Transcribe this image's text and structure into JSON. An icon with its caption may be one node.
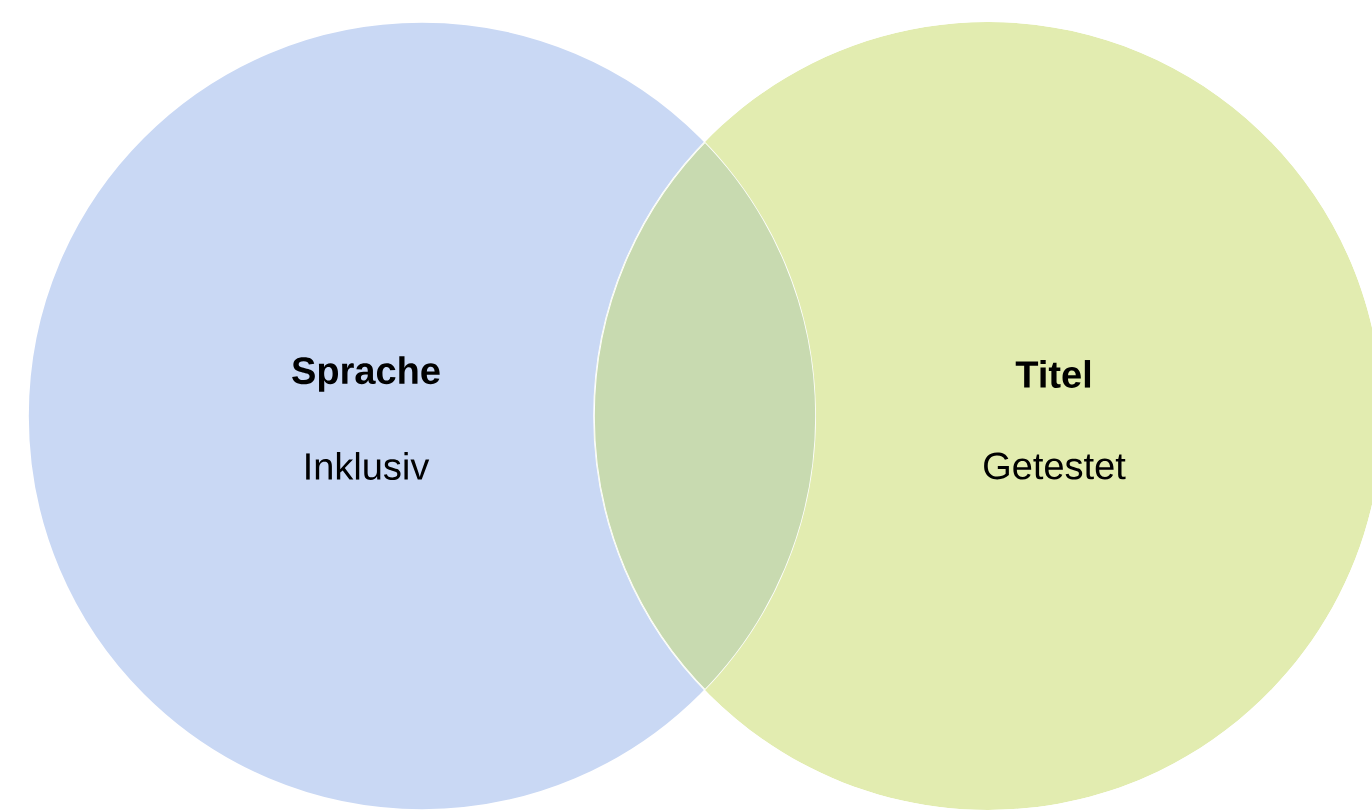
{
  "diagram": {
    "nodes": [
      {
        "text": [
          "Sprache",
          "Inklusiv"
        ]
      },
      {
        "text": [
          "Titel",
          "Getestet"
        ]
      }
    ]
  }
}
